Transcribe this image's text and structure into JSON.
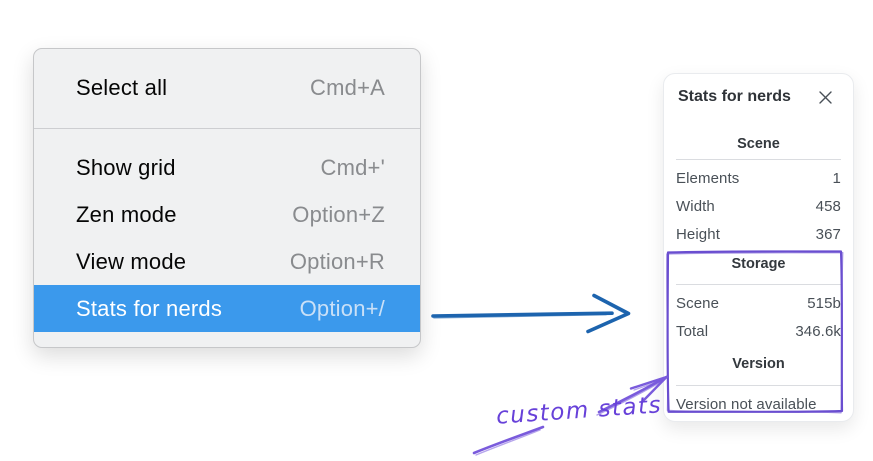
{
  "menu": {
    "groups": [
      {
        "items": [
          {
            "label": "Select all",
            "shortcut": "Cmd+A"
          }
        ]
      },
      {
        "items": [
          {
            "label": "Show grid",
            "shortcut": "Cmd+'"
          },
          {
            "label": "Zen mode",
            "shortcut": "Option+Z"
          },
          {
            "label": "View mode",
            "shortcut": "Option+R"
          },
          {
            "label": "Stats for nerds",
            "shortcut": "Option+/",
            "selected": true
          }
        ]
      }
    ]
  },
  "stats_panel": {
    "title": "Stats for nerds",
    "sections": [
      {
        "heading": "Scene",
        "rows": [
          {
            "label": "Elements",
            "value": "1"
          },
          {
            "label": "Width",
            "value": "458"
          },
          {
            "label": "Height",
            "value": "367"
          }
        ]
      },
      {
        "heading": "Storage",
        "rows": [
          {
            "label": "Scene",
            "value": "515b"
          },
          {
            "label": "Total",
            "value": "346.6k"
          }
        ]
      },
      {
        "heading": "Version",
        "note": "Version not available"
      }
    ]
  },
  "annotations": {
    "custom_stats_label": "custom stats"
  },
  "icons": {
    "close": "close-icon"
  },
  "colors": {
    "menu_highlight": "#3b99ec",
    "menu_bg": "#f0f1f2",
    "blue_arrow": "#1d64ae",
    "purple_rect": "#6a4ed0",
    "annotation_text": "#6741d9"
  }
}
